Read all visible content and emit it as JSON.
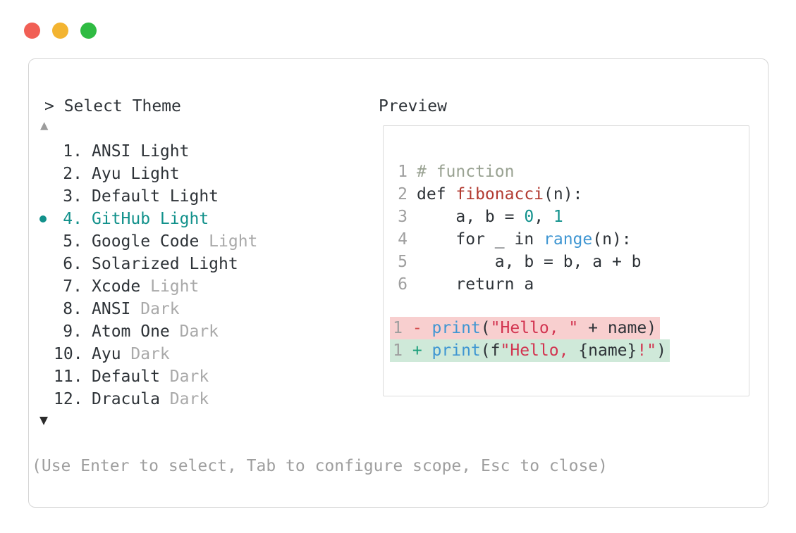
{
  "window": {
    "traffic_lights": [
      {
        "name": "close",
        "color": "#f15f55"
      },
      {
        "name": "minimize",
        "color": "#f3b431"
      },
      {
        "name": "zoom",
        "color": "#2fbb42"
      }
    ]
  },
  "panel": {
    "prompt": "> Select Theme",
    "scroll_up_icon": "▲",
    "scroll_down_icon": "▼",
    "footer_hint": "(Use Enter to select, Tab to configure scope, Esc to close)",
    "themes": [
      {
        "number": "1.",
        "selected": false,
        "parts": [
          {
            "text": "ANSI Light",
            "style": "dark"
          }
        ]
      },
      {
        "number": "2.",
        "selected": false,
        "parts": [
          {
            "text": "Ayu Light",
            "style": "dark"
          }
        ]
      },
      {
        "number": "3.",
        "selected": false,
        "parts": [
          {
            "text": "Default Light",
            "style": "dark"
          }
        ]
      },
      {
        "number": "4.",
        "selected": true,
        "parts": [
          {
            "text": "GitHub Light",
            "style": "accent"
          }
        ]
      },
      {
        "number": "5.",
        "selected": false,
        "parts": [
          {
            "text": "Google Code ",
            "style": "dark"
          },
          {
            "text": "Light",
            "style": "dim"
          }
        ]
      },
      {
        "number": "6.",
        "selected": false,
        "parts": [
          {
            "text": "Solarized Light",
            "style": "dark"
          }
        ]
      },
      {
        "number": "7.",
        "selected": false,
        "parts": [
          {
            "text": "Xcode ",
            "style": "dark"
          },
          {
            "text": "Light",
            "style": "dim"
          }
        ]
      },
      {
        "number": "8.",
        "selected": false,
        "parts": [
          {
            "text": "ANSI ",
            "style": "dark"
          },
          {
            "text": "Dark",
            "style": "dim"
          }
        ]
      },
      {
        "number": "9.",
        "selected": false,
        "parts": [
          {
            "text": "Atom One ",
            "style": "dark"
          },
          {
            "text": "Dark",
            "style": "dim"
          }
        ]
      },
      {
        "number": "10.",
        "selected": false,
        "parts": [
          {
            "text": "Ayu ",
            "style": "dark"
          },
          {
            "text": "Dark",
            "style": "dim"
          }
        ]
      },
      {
        "number": "11.",
        "selected": false,
        "parts": [
          {
            "text": "Default ",
            "style": "dark"
          },
          {
            "text": "Dark",
            "style": "dim"
          }
        ]
      },
      {
        "number": "12.",
        "selected": false,
        "parts": [
          {
            "text": "Dracula ",
            "style": "dark"
          },
          {
            "text": "Dark",
            "style": "dim"
          }
        ]
      }
    ]
  },
  "preview": {
    "title": "Preview",
    "code_lines": [
      {
        "num": "1",
        "tokens": [
          {
            "t": "# function",
            "c": "comment"
          }
        ]
      },
      {
        "num": "2",
        "tokens": [
          {
            "t": "def ",
            "c": "code"
          },
          {
            "t": "fibonacci",
            "c": "func"
          },
          {
            "t": "(n):",
            "c": "code"
          }
        ]
      },
      {
        "num": "3",
        "tokens": [
          {
            "t": "    a, b = ",
            "c": "code"
          },
          {
            "t": "0",
            "c": "num"
          },
          {
            "t": ", ",
            "c": "code"
          },
          {
            "t": "1",
            "c": "num"
          }
        ]
      },
      {
        "num": "4",
        "tokens": [
          {
            "t": "    for _ in ",
            "c": "code"
          },
          {
            "t": "range",
            "c": "builtin"
          },
          {
            "t": "(n):",
            "c": "code"
          }
        ]
      },
      {
        "num": "5",
        "tokens": [
          {
            "t": "        a, b = b, a + b",
            "c": "code"
          }
        ]
      },
      {
        "num": "6",
        "tokens": [
          {
            "t": "    return a",
            "c": "code"
          }
        ]
      }
    ],
    "diff_lines": [
      {
        "num": "1",
        "kind": "removed",
        "tokens": [
          {
            "t": " - ",
            "c": "sign-removed"
          },
          {
            "t": "print",
            "c": "builtin"
          },
          {
            "t": "(",
            "c": "code"
          },
          {
            "t": "\"Hello, \"",
            "c": "string"
          },
          {
            "t": " + name)",
            "c": "code"
          }
        ]
      },
      {
        "num": "1",
        "kind": "added",
        "tokens": [
          {
            "t": " + ",
            "c": "sign-added"
          },
          {
            "t": "print",
            "c": "builtin"
          },
          {
            "t": "(f",
            "c": "code"
          },
          {
            "t": "\"Hello, ",
            "c": "string"
          },
          {
            "t": "{name}",
            "c": "code"
          },
          {
            "t": "!\"",
            "c": "string"
          },
          {
            "t": ")",
            "c": "code"
          }
        ]
      }
    ]
  },
  "colors": {
    "accent": "#12918b",
    "text_dark": "#2e3338",
    "dim": "#a9a9a9",
    "line_number": "#9f9f9f",
    "function_name": "#b23a30",
    "builtin": "#3f96d2",
    "string": "#d23450",
    "comment": "#99a292",
    "removed_bg": "#f8cfcf",
    "added_bg": "#cfe9d9",
    "removed_sign": "#d34b4b",
    "added_sign": "#1a9e7a"
  }
}
